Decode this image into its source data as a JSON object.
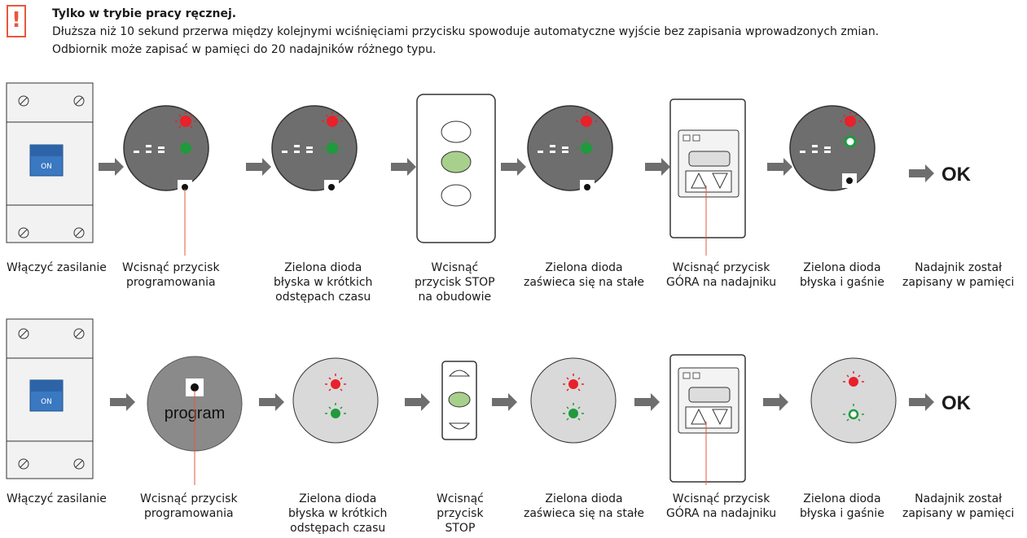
{
  "note": {
    "title": "Tylko w trybie pracy ręcznej.",
    "line1": "Dłuższa niż 10 sekund przerwa między kolejnymi wciśnięciami przycisku spowoduje automatyczne wyjście bez zapisania wprowadzonych zmian.",
    "line2": "Odbiornik może zapisać w pamięci do 20 nadajników różnego typu."
  },
  "labels": {
    "switch_on": "ON",
    "program": "program",
    "ok": "OK"
  },
  "row1": {
    "captions": [
      [
        "Włączyć zasilanie"
      ],
      [
        "Wcisnąć przycisk",
        "programowania"
      ],
      [
        "Zielona dioda",
        "błyska w krótkich",
        "odstępach czasu"
      ],
      [
        "Wcisnąć",
        "przycisk STOP",
        "na obudowie"
      ],
      [
        "Zielona dioda",
        "zaświeca się na stałe"
      ],
      [
        "Wcisnąć przycisk",
        "GÓRA na nadajniku"
      ],
      [
        "Zielona dioda",
        "błyska i gaśnie"
      ],
      [
        "Nadajnik został",
        "zapisany w pamięci"
      ]
    ]
  },
  "row2": {
    "captions": [
      [
        "Włączyć zasilanie"
      ],
      [
        "Wcisnąć przycisk",
        "programowania"
      ],
      [
        "Zielona dioda",
        "błyska w krótkich",
        "odstępach czasu"
      ],
      [
        "Wcisnąć",
        "przycisk",
        "STOP"
      ],
      [
        "Zielona dioda",
        "zaświeca się na stałe"
      ],
      [
        "Wcisnąć przycisk",
        "GÓRA na nadajniku"
      ],
      [
        "Zielona dioda",
        "błyska i gaśnie"
      ],
      [
        "Nadajnik został",
        "zapisany w pamięci"
      ]
    ]
  },
  "colors": {
    "accent": "#e8573c",
    "red_led": "#e8212b",
    "green_led": "#1f9a3c",
    "stop_button": "#a8d08d",
    "switch": "#3a78c2",
    "disc": "#6e6e6e",
    "arrow": "#6e6e6e"
  }
}
